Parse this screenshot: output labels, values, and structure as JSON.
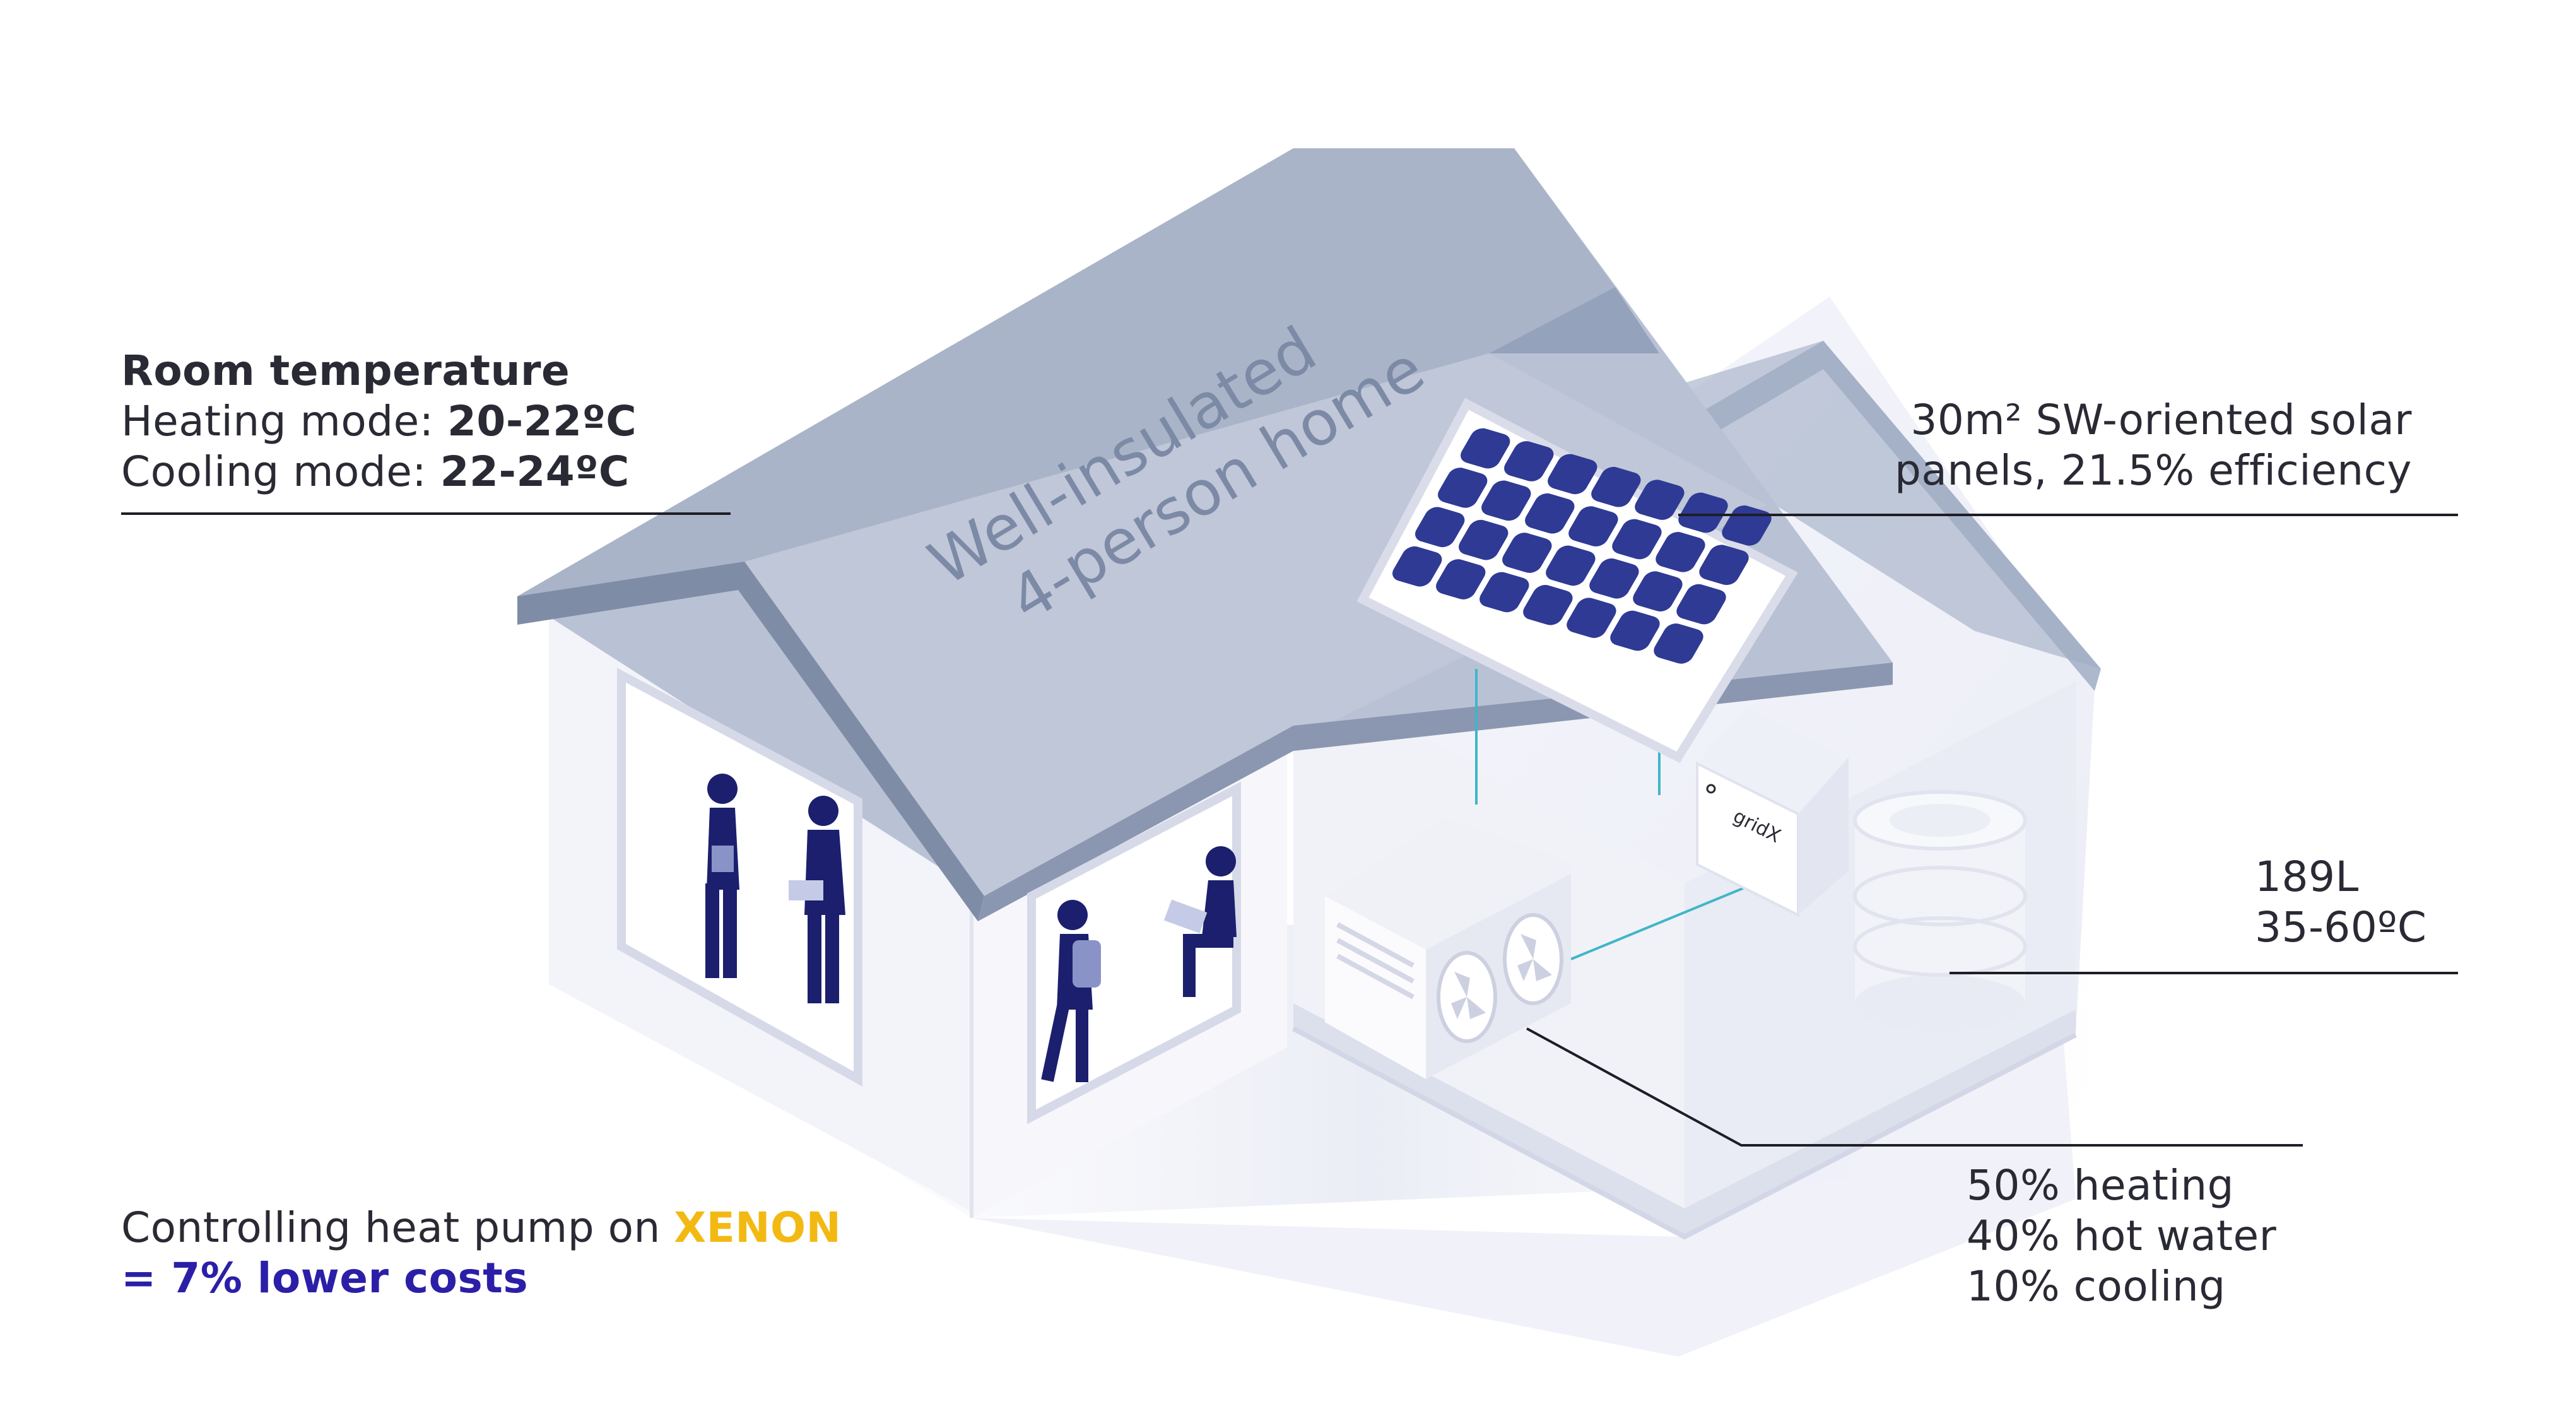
{
  "house": {
    "roof_text_line1": "Well-insulated",
    "roof_text_line2": "4-person home",
    "device_brand": "gridX"
  },
  "room_temperature": {
    "title": "Room temperature",
    "heating_label": "Heating mode: ",
    "heating_value": "20-22ºC",
    "cooling_label": "Cooling mode: ",
    "cooling_value": "22-24ºC"
  },
  "solar": {
    "line1": "30m² SW-oriented solar",
    "line2": "panels, 21.5% efficiency"
  },
  "water_tank": {
    "volume": "189L",
    "temperature": "35-60ºC"
  },
  "heat_pump_usage": {
    "heating": "50% heating",
    "hot_water": "40% hot water",
    "cooling": "10% cooling"
  },
  "control": {
    "text": "Controlling heat pump on ",
    "brand": "XENON",
    "savings": "= 7% lower costs"
  },
  "colors": {
    "xenon": "#f3b913",
    "savings": "#2b1fa8",
    "roof": "#b7c0d3",
    "solar_cell": "#2e3a94",
    "people": "#1b1f6e"
  }
}
